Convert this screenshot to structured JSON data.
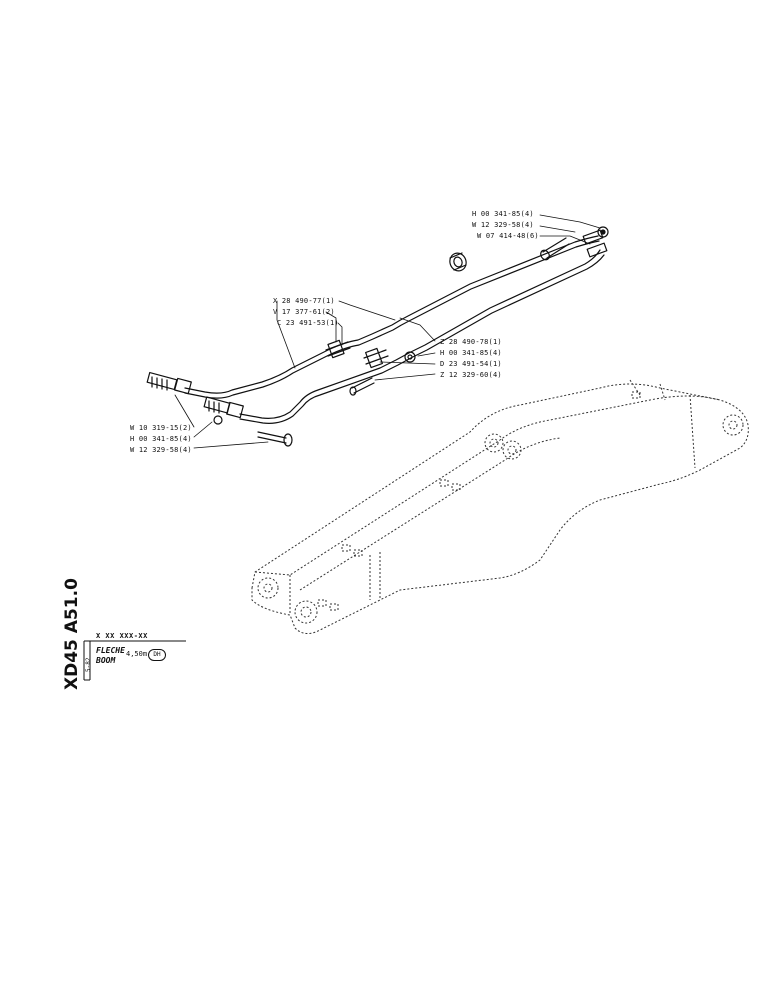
{
  "drawing_code": "XD45 A51.0",
  "title_block": {
    "number": "X XX XXX-XX",
    "small_text": "5-82",
    "title_fr": "FLECHE",
    "length": "4,50m",
    "title_en": "BOOM",
    "badge": "DH"
  },
  "part_labels": {
    "p1": "H 00 341-85(4)",
    "p2": "W 12 329-58(4)",
    "p3": "W 07 414-48(6)",
    "p4": "X 28 490-77(1)",
    "p5": "V 17 377-61(2)",
    "p6": "C 23 491-53(1)",
    "p7": "Z 28 490-78(1)",
    "p8": "H 00 341-85(4)",
    "p9": "D 23 491-54(1)",
    "p10": "Z 12 329-60(4)",
    "p11": "W 10 319-15(2)",
    "p12": "H 00 341-85(4)",
    "p13": "W 12 329-58(4)"
  }
}
